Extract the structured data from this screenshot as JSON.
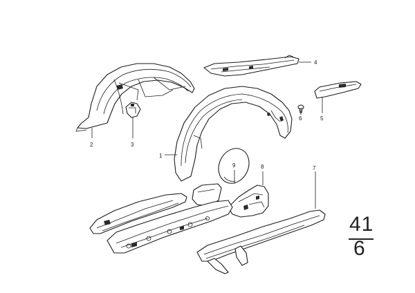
{
  "callouts": [
    {
      "id": "1",
      "text": "1"
    },
    {
      "id": "2",
      "text": "2"
    },
    {
      "id": "3",
      "text": "3"
    },
    {
      "id": "4",
      "text": "4"
    },
    {
      "id": "5",
      "text": "5"
    },
    {
      "id": "6",
      "text": "6"
    },
    {
      "id": "7",
      "text": "7"
    },
    {
      "id": "8",
      "text": "8"
    },
    {
      "id": "9",
      "text": "9"
    }
  ],
  "group": {
    "main": "41",
    "sub": "6"
  },
  "colors": {
    "line": "#1a1a1a",
    "background": "#ffffff"
  }
}
